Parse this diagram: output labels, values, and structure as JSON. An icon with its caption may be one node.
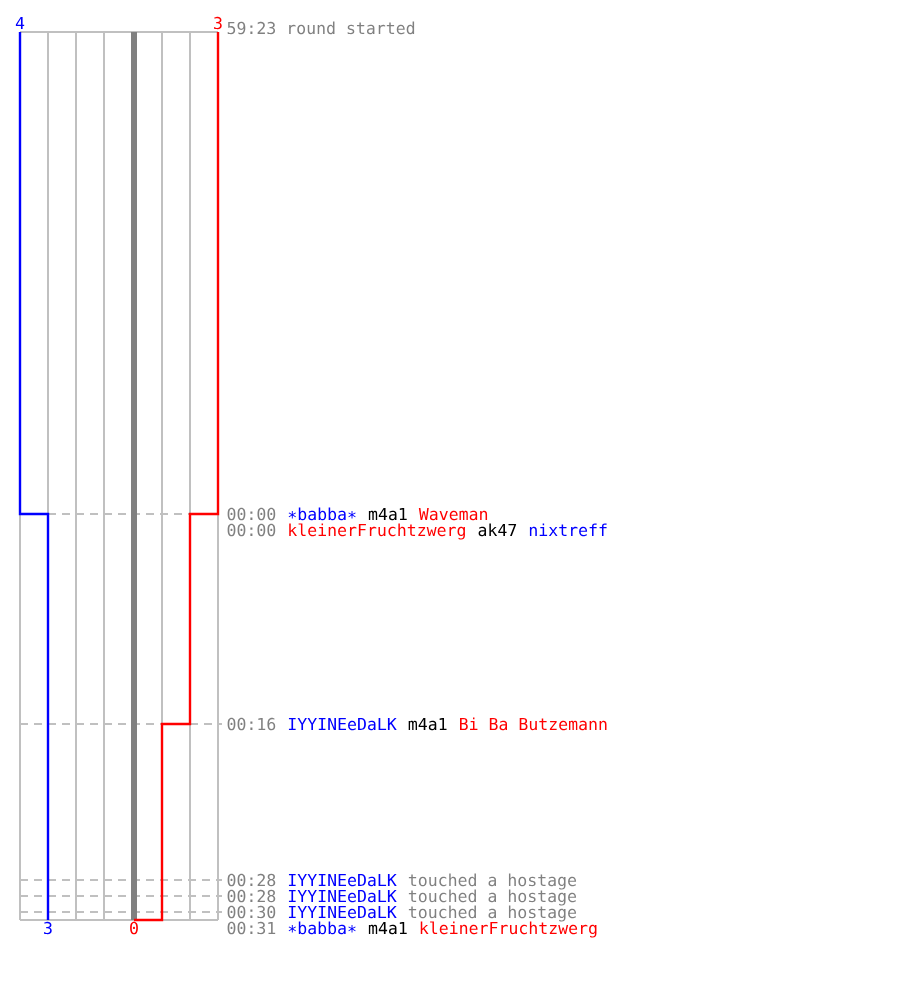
{
  "diagram": {
    "labels": [
      "4",
      "3",
      "59:23 round started",
      "00:00",
      "∗babba∗",
      "m4a1",
      "Waveman",
      "00:00",
      "kleinerFruchtzwerg",
      "ak47",
      "nixtreff",
      "00:16",
      "IYYINEeDaLK",
      "m4a1",
      "Bi Ba Butzemann",
      "00:28",
      "IYYINEeDaLK",
      "touched a hostage",
      "00:28",
      "IYYINEeDaLK",
      "touched a hostage",
      "00:30",
      "IYYINEeDaLK",
      "touched a hostage",
      "3",
      "0",
      "00:31",
      "∗babba∗",
      "m4a1",
      "kleinerFruchtzwerg"
    ]
  }
}
